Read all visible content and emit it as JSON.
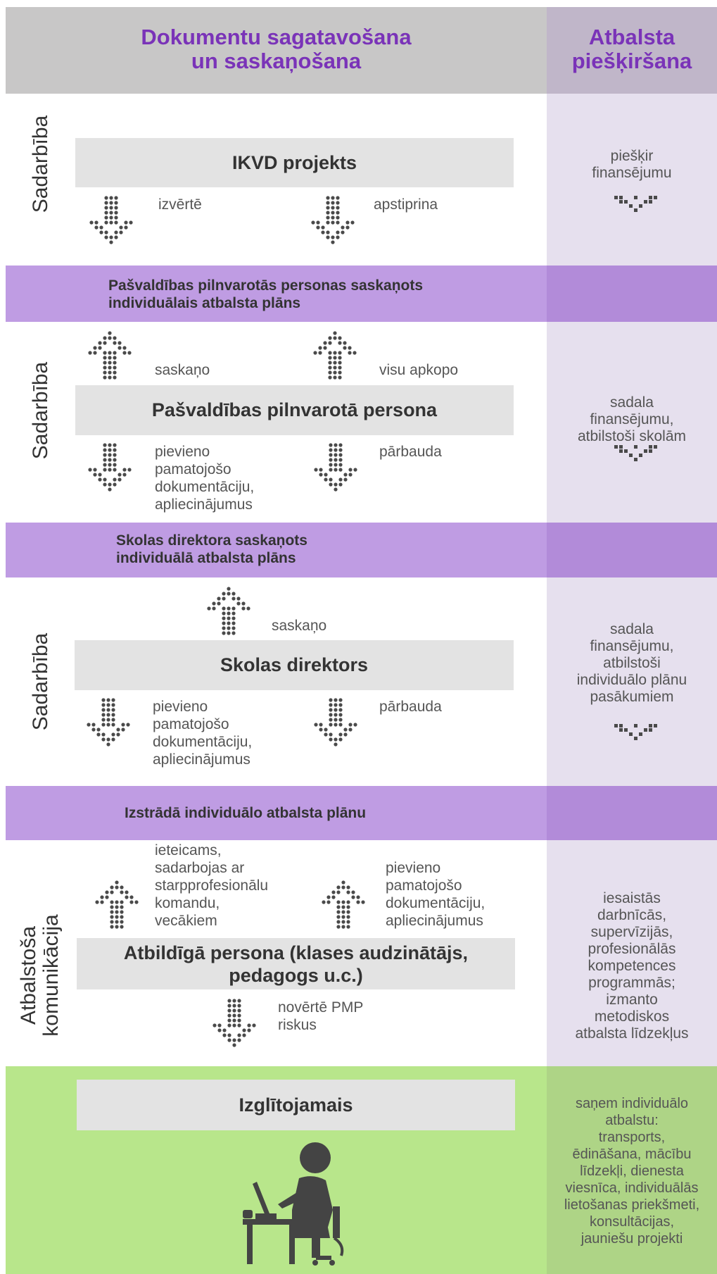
{
  "header": {
    "left_title": "Dokumentu sagatavošana\nun saskaņošana",
    "right_title": "Atbalsta\npiešķiršana"
  },
  "sections": {
    "s1": {
      "side_label": "Sadarbība",
      "box": "IKVD projekts",
      "left_action": "izvērtē",
      "right_action": "apstiprina",
      "right_text": "piešķir\nfinansējumu"
    },
    "bar1": "Pašvaldības pilnvarotās personas saskaņots\nindividuālais atbalsta plāns",
    "s2": {
      "side_label": "Sadarbība",
      "box": "Pašvaldības pilnvarotā persona",
      "up_left": "saskaņo",
      "up_right": "visu apkopo",
      "down_left": "pievieno\npamatojošo\ndokumentāciju,\napliecinājumus",
      "down_right": "pārbauda",
      "right_text": "sadala\nfinansējumu,\natbilstoši skolām"
    },
    "bar2": "Skolas direktora saskaņots\nindividuālā atbalsta plāns",
    "s3": {
      "side_label": "Sadarbība",
      "box": "Skolas direktors",
      "up_center": "saskaņo",
      "down_left": "pievieno\npamatojošo\ndokumentāciju,\napliecinājumus",
      "down_right": "pārbauda",
      "right_text": "sadala\nfinansējumu,\natbilstoši\nindividuālo plānu\npasākumiem"
    },
    "bar3": "Izstrādā individuālo atbalsta plānu",
    "s4": {
      "side_label": "Atbalstoša\nkomunikācija",
      "box": "Atbildīgā persona (klases audzinātājs,\npedagogs u.c.)",
      "up_left": "ieteicams,\nsadarbojas ar\nstarpprofesionālu\nkomandu,\nvecākiem",
      "up_right": "pievieno\npamatojošo\ndokumentāciju,\napliecinājumus",
      "down_center": "novērtē PMP\nriskus",
      "right_text": "iesaistās\ndarbnīcās,\nsupervīzijās,\nprofesionālās\nkompetences\nprogrammās;\nizmanto\nmetodiskos\natbalsta līdzekļus"
    },
    "s5": {
      "box": "Izglītojamais",
      "right_text": "saņem individuālo\natbalstu:\ntransports,\nēdināšana, mācību\nlīdzekļi, dienesta\nviesnīca, individuālās\nlietošanas priekšmeti,\nkonsultācijas,\njauniešu projekti",
      "figure_icon": "student-at-laptop-icon"
    }
  },
  "colors": {
    "title_purple": "#7a33b8",
    "bar_purple": "#bf9ce3",
    "green": "#b8e68b",
    "lavender": "#e6e0ee"
  }
}
